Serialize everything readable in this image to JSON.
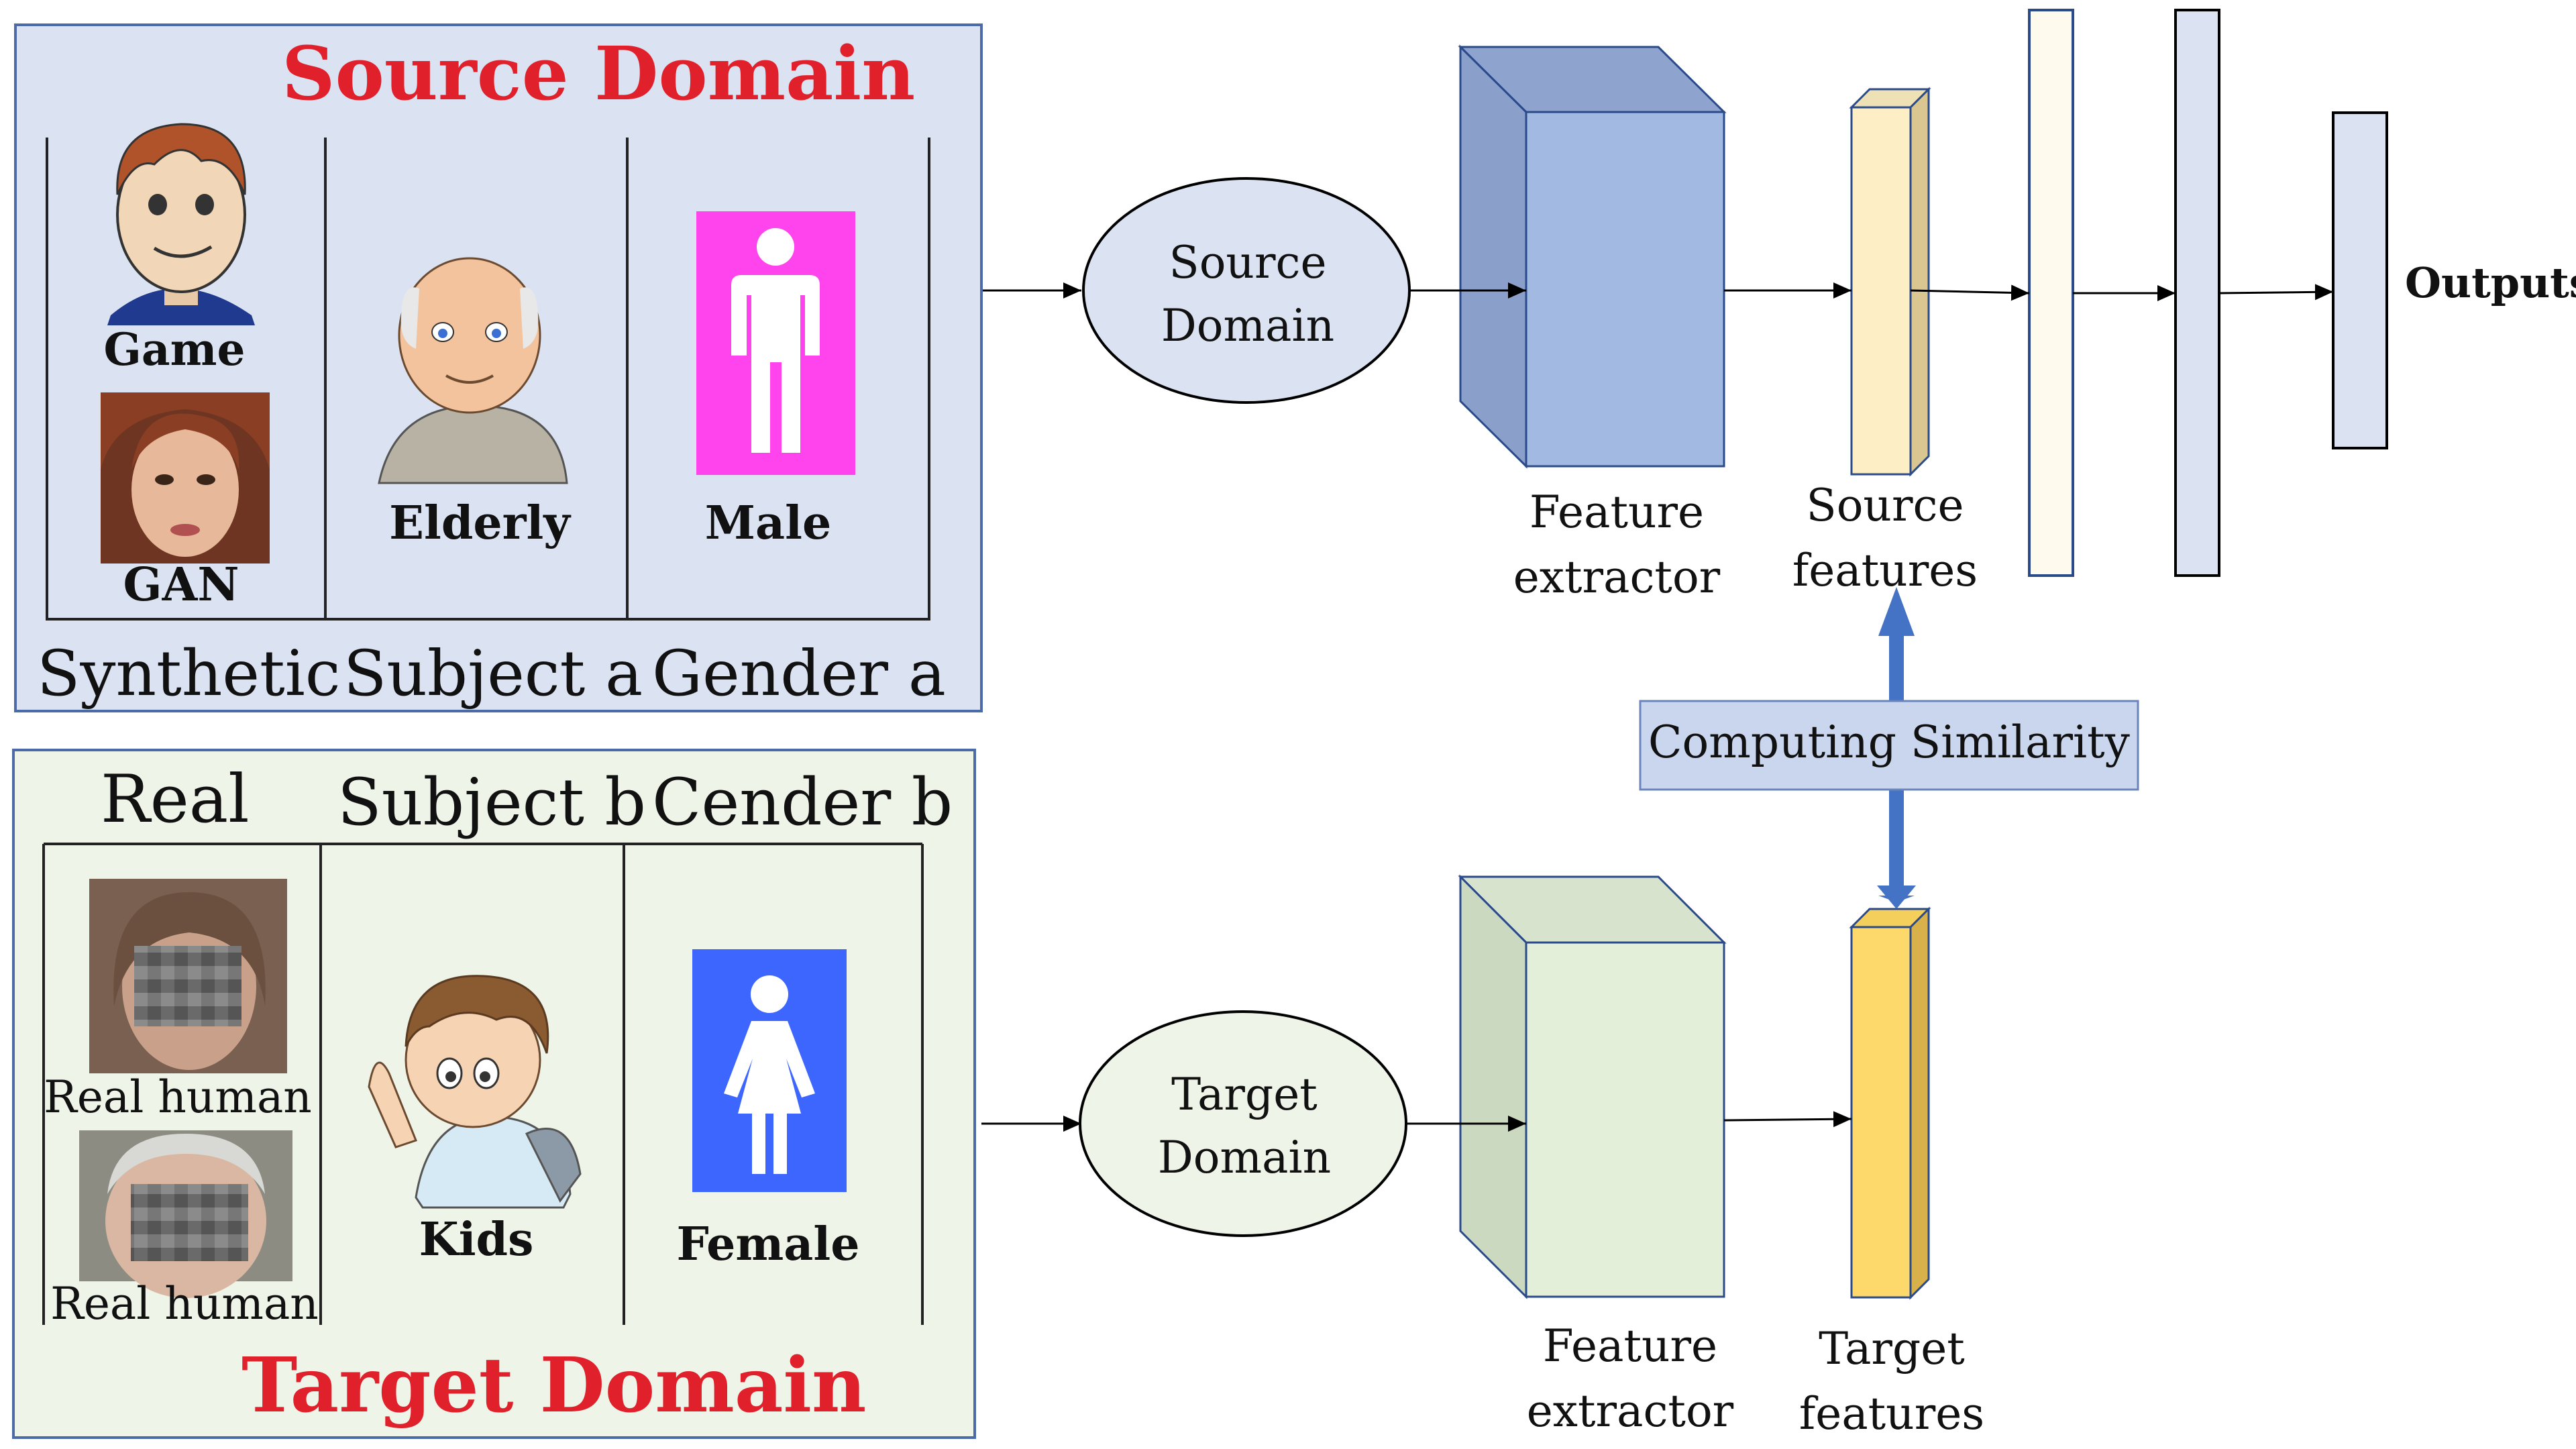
{
  "source_panel": {
    "title": "Source Domain",
    "labels": {
      "game": "Game",
      "gan": "GAN",
      "elderly": "Elderly",
      "male": "Male"
    },
    "categories": [
      "Synthetic",
      "Subject a",
      "Gender a"
    ]
  },
  "target_panel": {
    "title": "Target Domain",
    "categories": [
      "Real",
      "Subject b",
      "Cender b"
    ],
    "labels": {
      "real_human_1": "Real human",
      "real_human_2": "Real human",
      "kids": "Kids",
      "female": "Female"
    }
  },
  "pipeline": {
    "source_domain": [
      "Source",
      "Domain"
    ],
    "target_domain": [
      "Target",
      "Domain"
    ],
    "feature_extractor_top": [
      "Feature",
      "extractor"
    ],
    "feature_extractor_bottom": [
      "Feature",
      "extractor"
    ],
    "source_features": [
      "Source",
      "features"
    ],
    "target_features": [
      "Target",
      "features"
    ],
    "computing_similarity": "Computing Similarity",
    "outputs": "Outputs"
  },
  "colors": {
    "source_panel_bg": "#dbe3f3",
    "target_panel_bg": "#eef4e8",
    "title_red": "#e0202a",
    "extractor_blue": "#a2b9e2",
    "extractor_green": "#e3efd9",
    "source_feature": "#fdeec6",
    "target_feature": "#fdd86a",
    "similarity_box": "#c9d6ee",
    "arrow_blue": "#4472c4",
    "male_sign": "#ff44ee",
    "female_sign": "#3d66ff"
  }
}
